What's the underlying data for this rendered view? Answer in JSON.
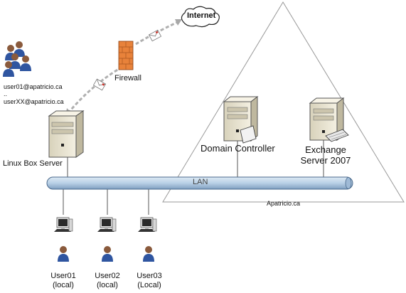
{
  "nodes": {
    "internet": {
      "label": "Internet"
    },
    "firewall": {
      "label": "Firewall"
    },
    "remote_users": {
      "line1": "user01@apatricio.ca",
      "line2": "..",
      "line3": "userXX@apatricio.ca"
    },
    "linux_box": {
      "label": "Linux Box Server"
    },
    "domain_controller": {
      "label": "Domain Controller"
    },
    "exchange": {
      "line1": "Exchange",
      "line2": "Server 2007"
    },
    "lan": {
      "label": "LAN"
    },
    "domain": {
      "label": "Apatricio.ca"
    },
    "user01": {
      "line1": "User01",
      "line2": "(local)"
    },
    "user02": {
      "line1": "User02",
      "line2": "(local)"
    },
    "user03": {
      "line1": "User03",
      "line2": "(Local)"
    }
  },
  "colors": {
    "lan_bar": "#b9d0e6",
    "firewall": "#e8823a",
    "server_body": "#ece6cf",
    "person_shirt": "#2f55a0",
    "person_skin": "#8a5a3c",
    "dashed_link": "#b0b0b0"
  }
}
